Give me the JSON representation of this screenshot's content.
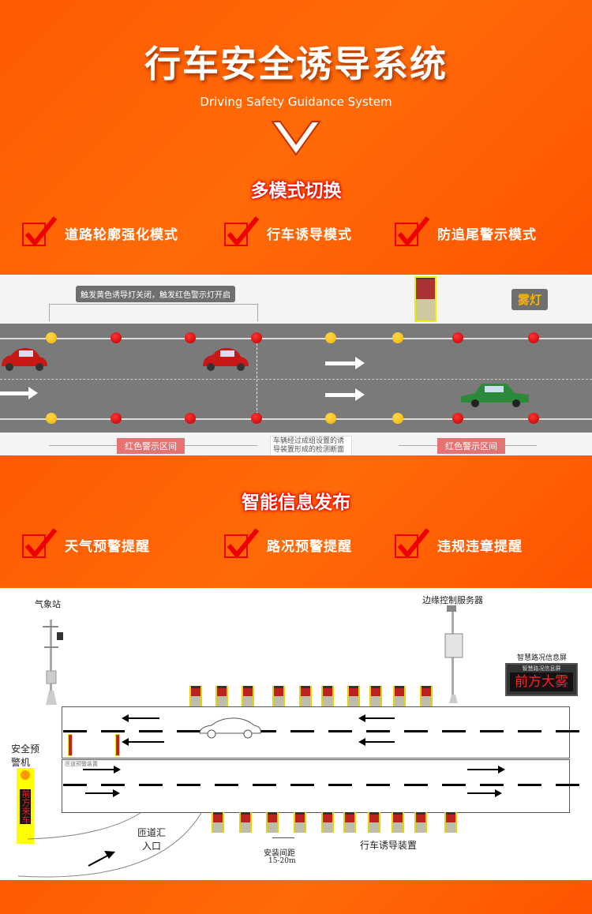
{
  "header": {
    "title": "行车安全诱导系统",
    "subtitle": "Driving Safety Guidance System"
  },
  "modes": {
    "title": "多模式切换",
    "items": [
      "道路轮廓强化模式",
      "行车诱导模式",
      "防追尾警示模式"
    ]
  },
  "diagram1": {
    "callout": "触发黄色诱导灯关闭，触发红色警示灯开启",
    "fog_label": "雾灯",
    "zone_label_left": "红色警示区间",
    "zone_label_right": "红色警示区间",
    "detect_note": "车辆经过成组设置的诱导装置形成的检测断面"
  },
  "info": {
    "title": "智能信息发布",
    "items": [
      "天气预警提醒",
      "路况预警提醒",
      "违规违章提醒"
    ]
  },
  "diagram2": {
    "weather_station": "气象站",
    "edge_server": "边缘控制服务器",
    "info_screen_label": "智慧路况信息屏",
    "info_screen_header": "智慧路况信息屏",
    "info_screen_text": "前方大雾",
    "warning_machine": "安全预警机",
    "warning_machine_text": "前方来车",
    "ramp_device": "匝道预警装置",
    "ramp_entry": "匝道汇入口",
    "spacing_label": "安装间距",
    "spacing_value": "15-20m",
    "guidance_device": "行车诱导装置"
  },
  "colors": {
    "accent": "#ff5a00",
    "check": "#e00000"
  }
}
